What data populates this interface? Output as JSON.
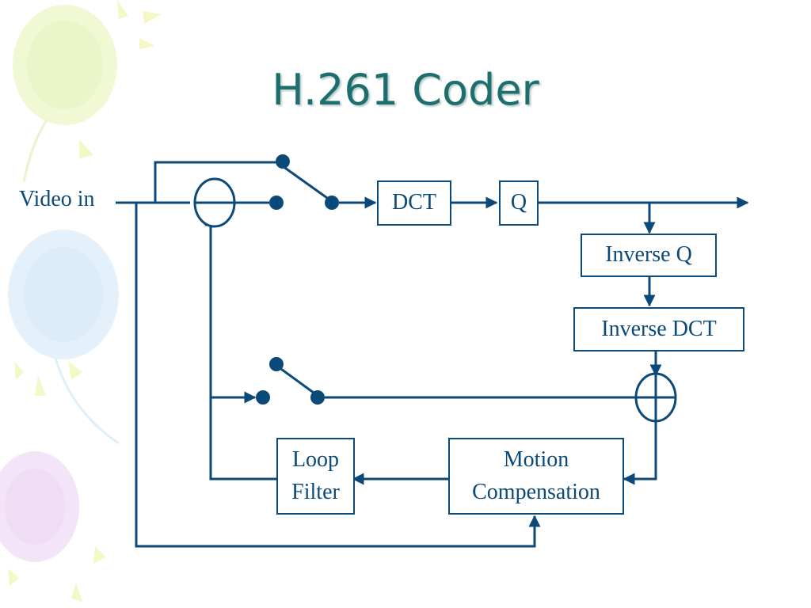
{
  "slide": {
    "title": "H.261 Coder"
  },
  "diagram": {
    "input_label": "Video in",
    "blocks": {
      "dct": "DCT",
      "quantizer": "Q",
      "inverse_q": "Inverse Q",
      "inverse_dct": "Inverse DCT",
      "loop_filter": [
        "Loop",
        "Filter"
      ],
      "motion_compensation": [
        "Motion",
        "Compensation"
      ]
    }
  },
  "colors": {
    "line": "#0b4a78",
    "title": "#1e6e6e",
    "balloons": [
      "#eef6c8",
      "#dcecf8",
      "#f0dcf4"
    ]
  }
}
